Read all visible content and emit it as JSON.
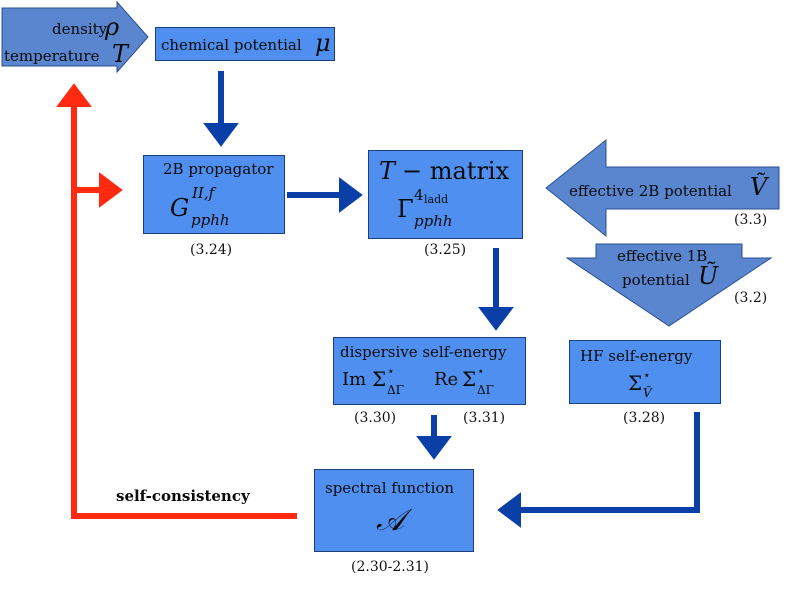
{
  "nodes": {
    "density_temperature": {
      "density_label": "density",
      "density_symbol": "ρ",
      "temperature_label": "temperature",
      "temperature_symbol": "T"
    },
    "chemical_potential": {
      "label": "chemical potential",
      "symbol": "μ"
    },
    "propagator": {
      "title": "2B propagator",
      "symbol": "G",
      "superscript": "II,f",
      "subscript": "pphh",
      "equation": "(3.24)"
    },
    "t_matrix": {
      "title_symbol": "T",
      "title_rest": "− matrix",
      "symbol": "Γ",
      "superscript_main": "4",
      "superscript_sub": "ladd",
      "subscript": "pphh",
      "equation": "(3.25)"
    },
    "effective_2b": {
      "label": "effective 2B potential",
      "symbol": "Ṽ",
      "equation": "(3.3)"
    },
    "effective_1b": {
      "label_line1": "effective 1B",
      "label_line2": "potential",
      "symbol": "Ũ",
      "equation": "(3.2)"
    },
    "dispersive": {
      "title": "dispersive self-energy",
      "im_prefix": "Im",
      "re_prefix": "Re",
      "sigma": "Σ",
      "star": "⋆",
      "subscript": "ΔΓ",
      "equation_im": "(3.30)",
      "equation_re": "(3.31)"
    },
    "hf": {
      "title": "HF self-energy",
      "sigma": "Σ",
      "star": "⋆",
      "subscript": "Ṽ",
      "equation": "(3.28)"
    },
    "spectral": {
      "title": "spectral function",
      "symbol": "𝒜",
      "equation": "(2.30-2.31)"
    }
  },
  "loop_label": "self-consistency",
  "colors": {
    "box_fill": "#4f8ff0",
    "box_border": "#1c3f7a",
    "arrow_blue": "#0a3fa8",
    "arrow_red": "#ff2a10",
    "shape_arrow_fill": "#5a86cf"
  }
}
